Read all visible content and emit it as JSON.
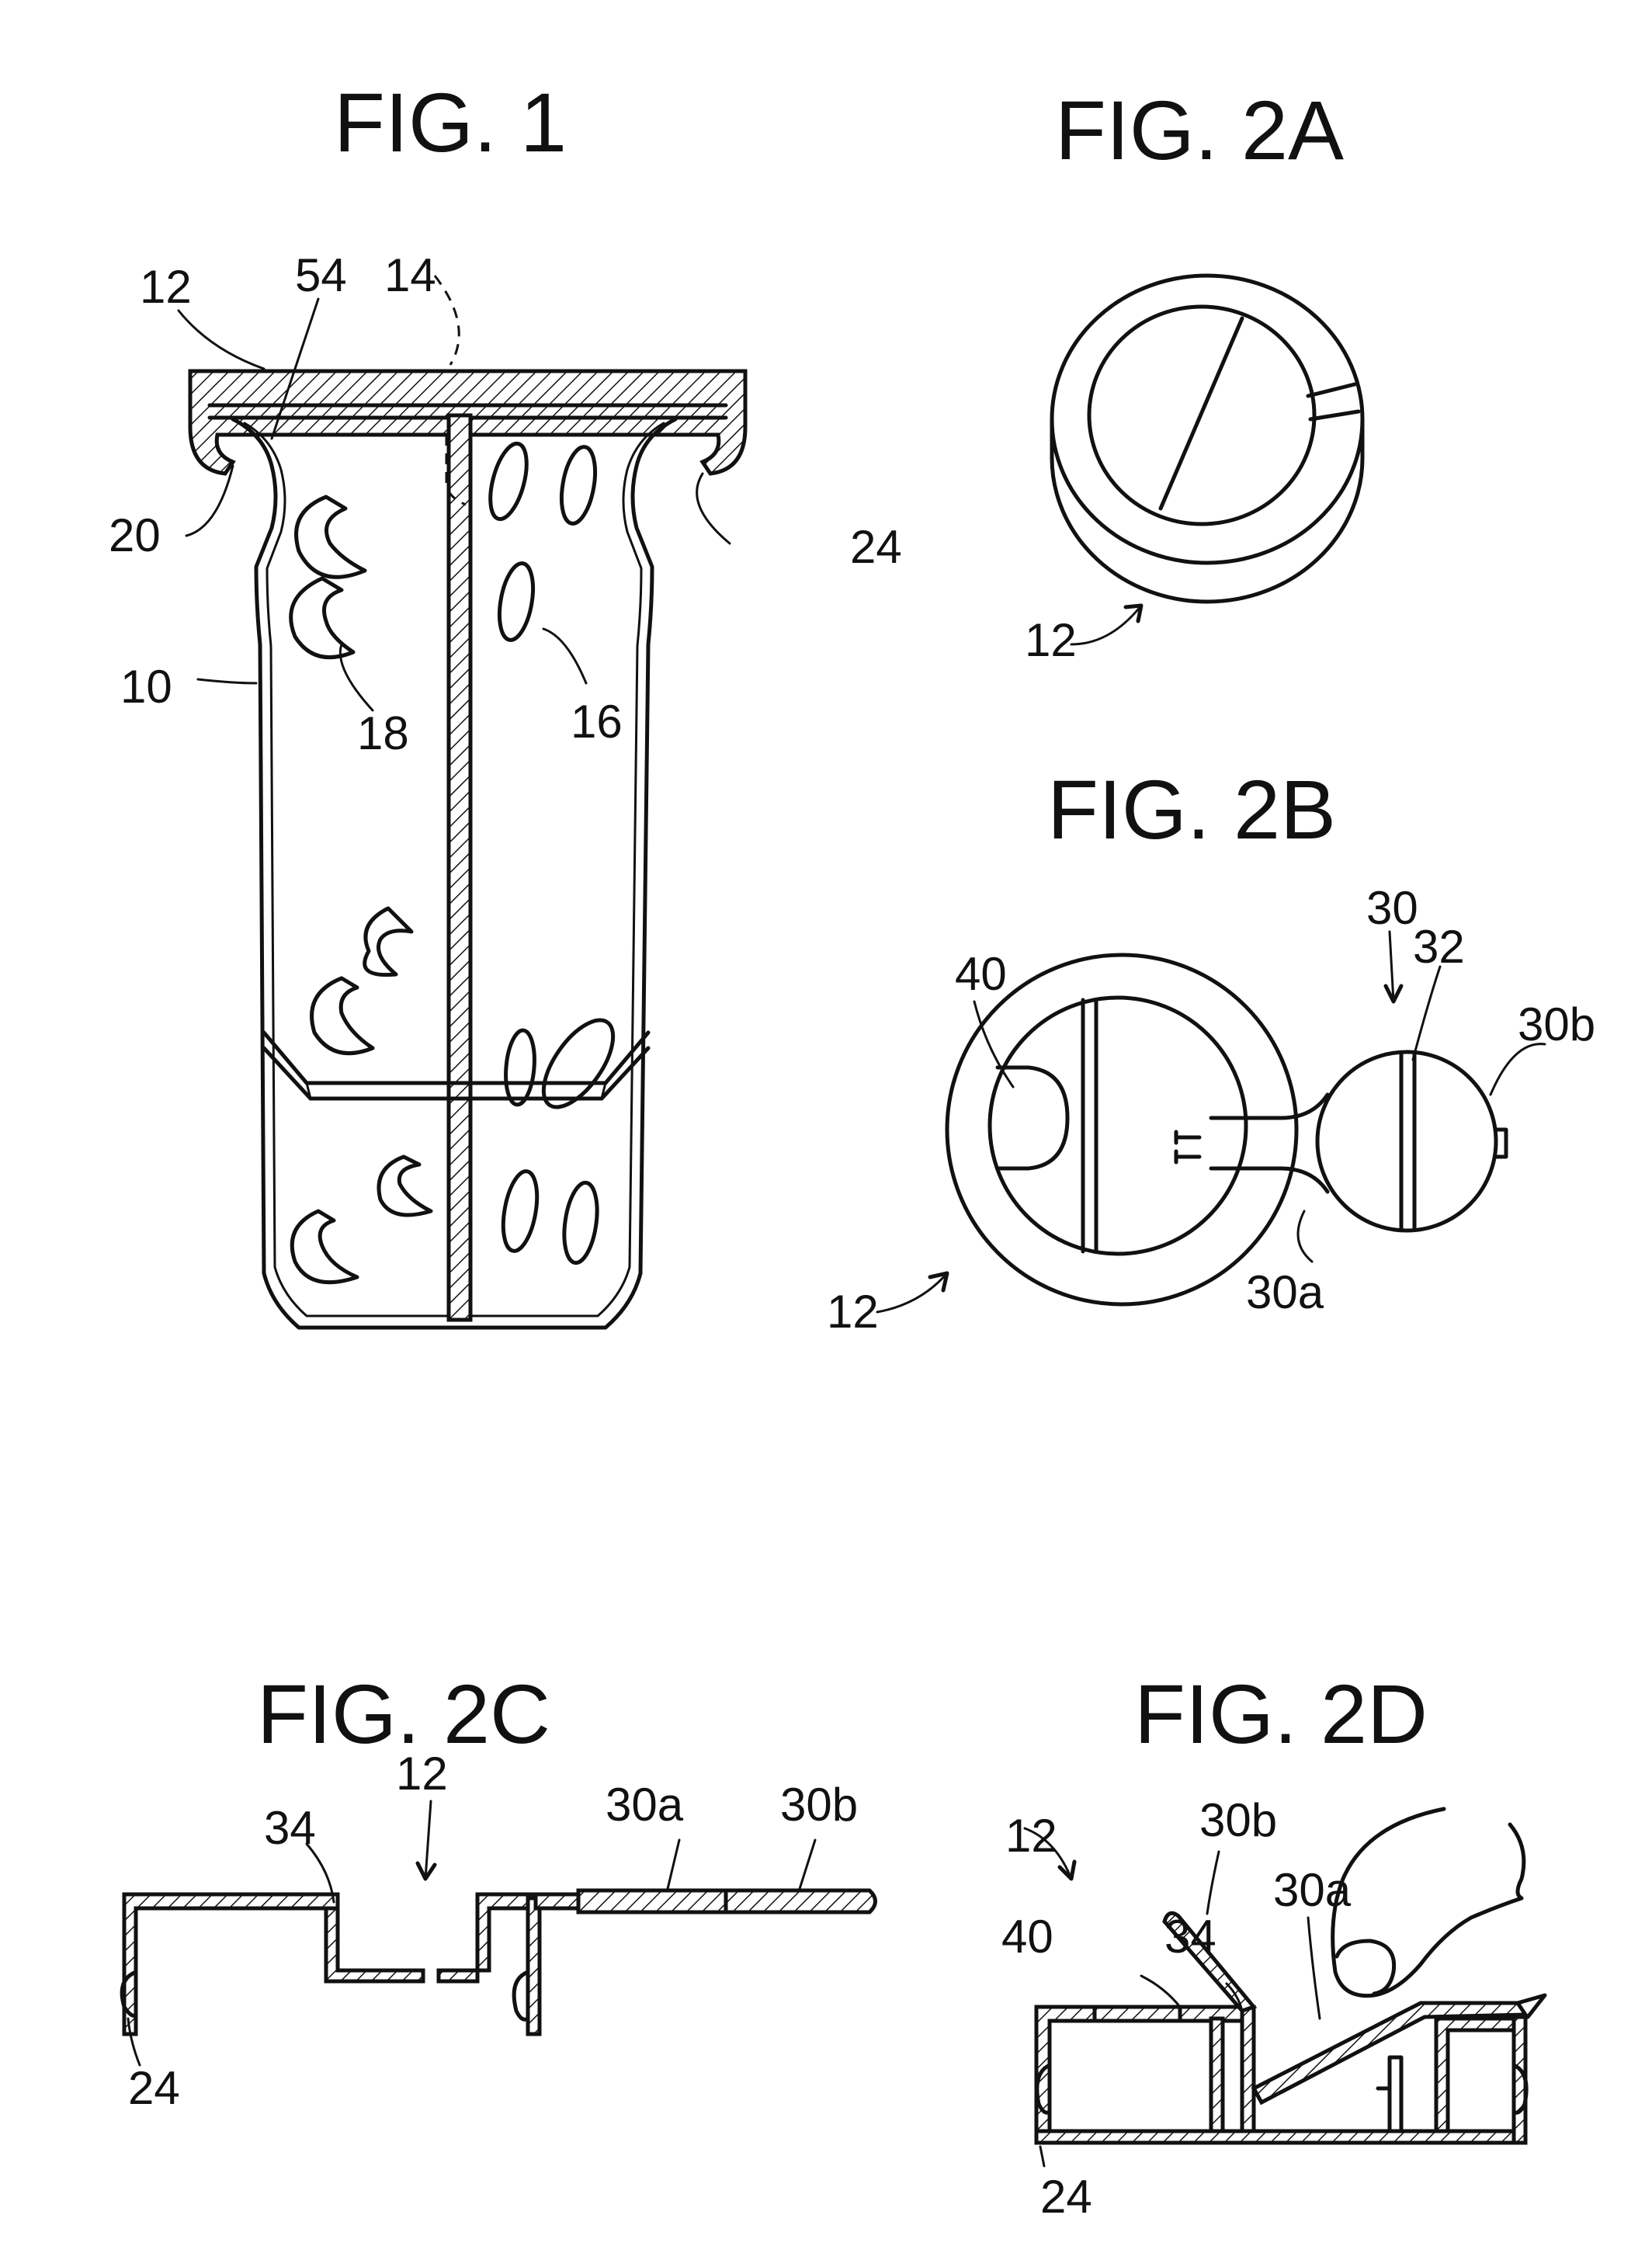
{
  "figures": {
    "fig1": {
      "title": "FIG. 1",
      "labels": {
        "l12": "12",
        "l54": "54",
        "l14": "14",
        "l20": "20",
        "l24": "24",
        "l10": "10",
        "l18": "18",
        "l16": "16"
      }
    },
    "fig2a": {
      "title": "FIG. 2A",
      "labels": {
        "l12": "12"
      }
    },
    "fig2b": {
      "title": "FIG. 2B",
      "labels": {
        "l40": "40",
        "l30": "30",
        "l32": "32",
        "l30b": "30b",
        "l12": "12",
        "l30a": "30a"
      }
    },
    "fig2c": {
      "title": "FIG. 2C",
      "labels": {
        "l12": "12",
        "l30a": "30a",
        "l30b": "30b",
        "l34": "34",
        "l24": "24"
      }
    },
    "fig2d": {
      "title": "FIG. 2D",
      "labels": {
        "l30b": "30b",
        "l12": "12",
        "l30a": "30a",
        "l40": "40",
        "l34": "34",
        "l24": "24"
      }
    }
  },
  "colors": {
    "ink": "#111111",
    "paper": "#ffffff"
  }
}
